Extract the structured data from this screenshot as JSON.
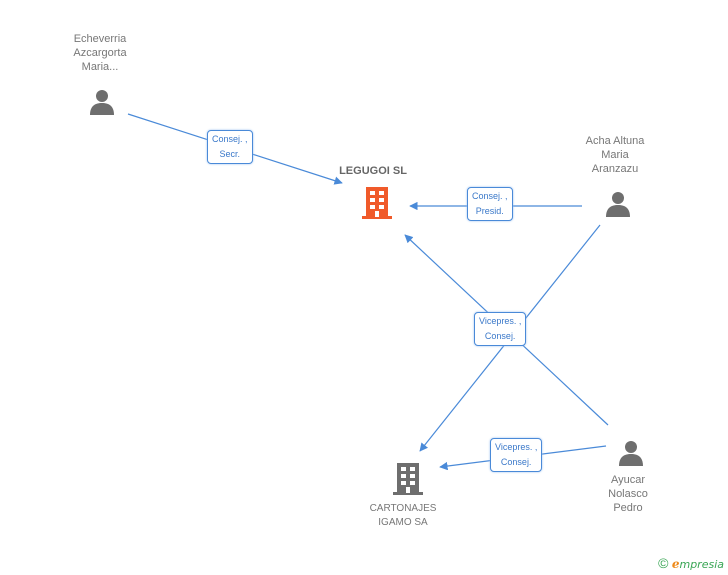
{
  "nodes": {
    "echeverria": {
      "label_lines": [
        "Echeverria",
        "Azcargorta",
        "Maria..."
      ],
      "type": "person"
    },
    "acha": {
      "label_lines": [
        "Acha Altuna",
        "Maria",
        "Aranzazu"
      ],
      "type": "person"
    },
    "ayucar": {
      "label_lines": [
        "Ayucar",
        "Nolasco",
        "Pedro"
      ],
      "type": "person"
    },
    "legugoi": {
      "label": "LEGUGOI SL",
      "type": "company-main"
    },
    "cartonajes": {
      "label_lines": [
        "CARTONAJES",
        "IGAMO SA"
      ],
      "type": "company"
    }
  },
  "edges": [
    {
      "from": "echeverria",
      "to": "legugoi",
      "label_lines": [
        "Consej. ,",
        "Secr."
      ]
    },
    {
      "from": "acha",
      "to": "legugoi",
      "label_lines": [
        "Consej. ,",
        "Presid."
      ]
    },
    {
      "from": "acha",
      "to": "cartonajes",
      "label_lines": [
        "Vicepres. ,",
        "Consej."
      ]
    },
    {
      "from": "ayucar",
      "to": "legugoi",
      "label_lines": [
        "Vicepres. ,",
        "Consej."
      ]
    },
    {
      "from": "ayucar",
      "to": "cartonajes",
      "label_lines": [
        "Vicepres. ,",
        "Consej."
      ]
    }
  ],
  "colors": {
    "edge": "#4a8ad8",
    "person_icon": "#6e6e6e",
    "company_main_icon": "#f05a2a",
    "company_icon": "#6e6e6e"
  },
  "footer": {
    "copyright": "©",
    "brand_first": "e",
    "brand_rest": "mpresia"
  }
}
